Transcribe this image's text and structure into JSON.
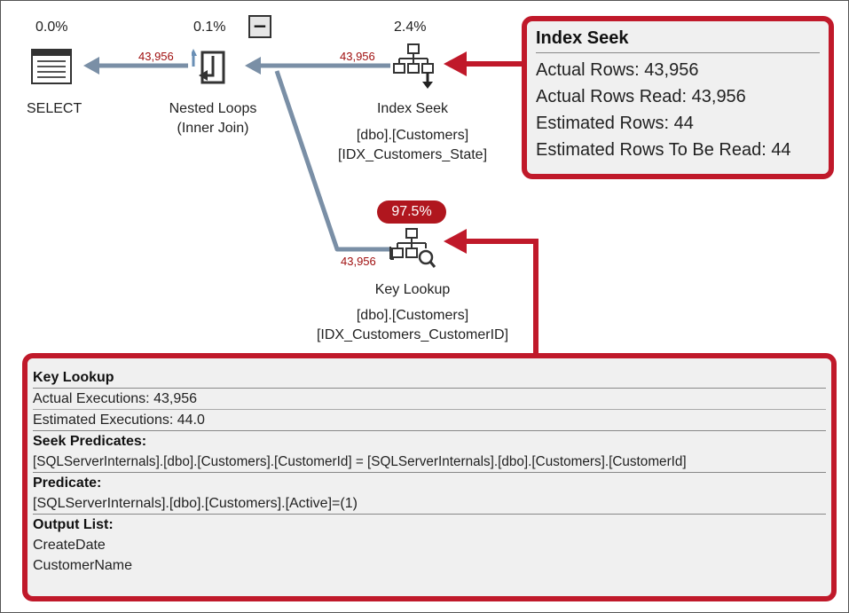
{
  "operators": {
    "select": {
      "cost": "0.0%",
      "name": "SELECT"
    },
    "nested_loops": {
      "cost": "0.1%",
      "name": "Nested Loops",
      "sub": "(Inner Join)"
    },
    "index_seek": {
      "cost": "2.4%",
      "name": "Index Seek",
      "table": "[dbo].[Customers]",
      "index": "[IDX_Customers_State]"
    },
    "key_lookup": {
      "cost": "97.5%",
      "name": "Key Lookup",
      "table": "[dbo].[Customers]",
      "index": "[IDX_Customers_CustomerID]"
    }
  },
  "arrows": {
    "to_select": "43,956",
    "from_index_seek": "43,956",
    "from_key_lookup": "43,956"
  },
  "collapse_button": "−",
  "index_seek_tooltip": {
    "title": "Index Seek",
    "rows": [
      "Actual Rows: 43,956",
      "Actual Rows Read: 43,956",
      "Estimated Rows: 44",
      "Estimated Rows To Be Read: 44"
    ]
  },
  "key_lookup_tooltip": {
    "title": "Key Lookup",
    "actual_executions": "Actual Executions: 43,956",
    "estimated_executions": "Estimated Executions: 44.0",
    "seek_predicates_label": "Seek Predicates:",
    "seek_predicates": "[SQLServerInternals].[dbo].[Customers].[CustomerId] = [SQLServerInternals].[dbo].[Customers].[CustomerId]",
    "predicate_label": "Predicate:",
    "predicate": "[SQLServerInternals].[dbo].[Customers].[Active]=(1)",
    "output_list_label": "Output List:",
    "output_list": [
      "CreateDate",
      "CustomerName"
    ]
  },
  "colors": {
    "accent_red": "#c0192a",
    "badge_red": "#b0161e",
    "flow_line": "#7a8fa6"
  }
}
